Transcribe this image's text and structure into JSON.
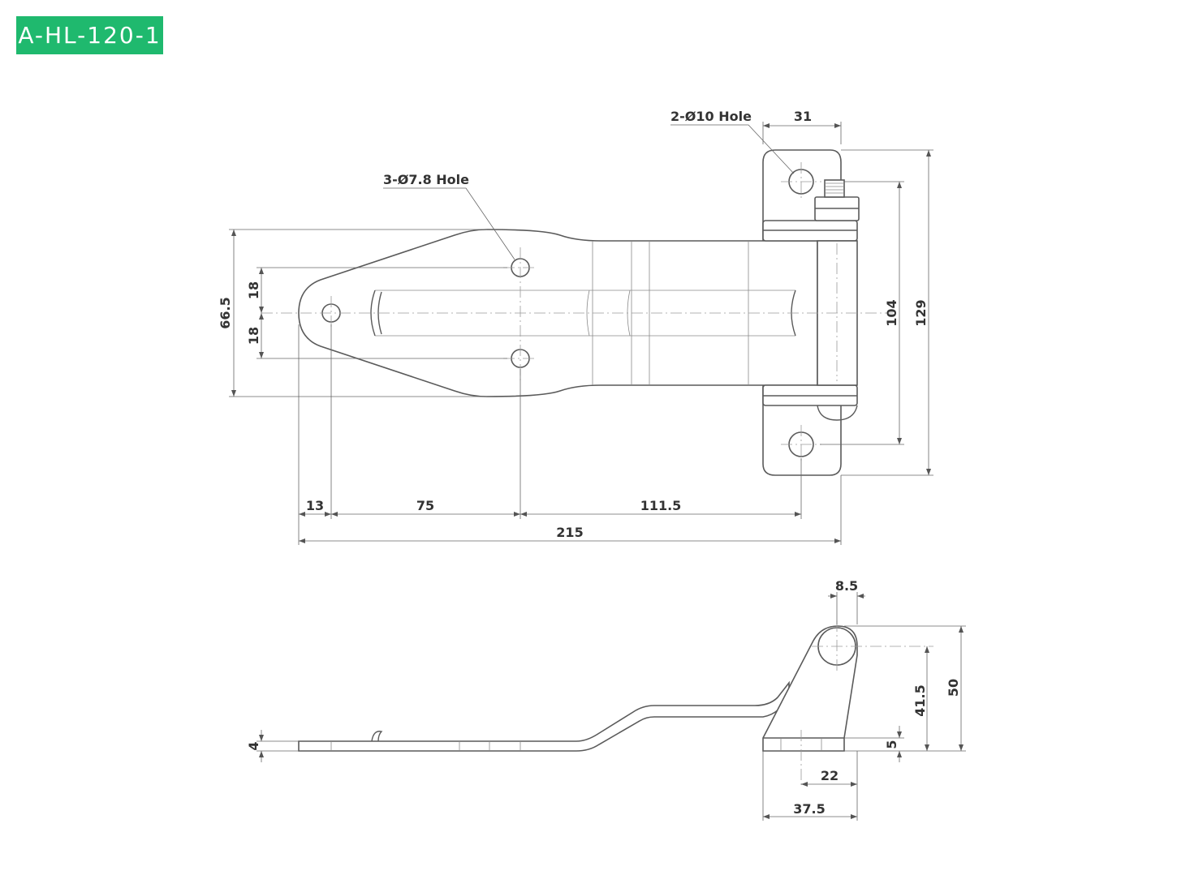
{
  "badge": {
    "label": "A-HL-120-1",
    "color": "#1fb96e"
  },
  "callouts": {
    "hole_large": "2-Ø10 Hole",
    "hole_small": "3-Ø7.8 Hole"
  },
  "top_view": {
    "dims": {
      "d31": "31",
      "d18a": "18",
      "d18b": "18",
      "d66_5": "66.5",
      "d104": "104",
      "d129": "129",
      "d13": "13",
      "d75": "75",
      "d111_5": "111.5",
      "d215": "215"
    }
  },
  "side_view": {
    "dims": {
      "d8_5": "8.5",
      "d41_5": "41.5",
      "d50": "50",
      "d4": "4",
      "d5": "5",
      "d22": "22",
      "d37_5": "37.5"
    }
  }
}
